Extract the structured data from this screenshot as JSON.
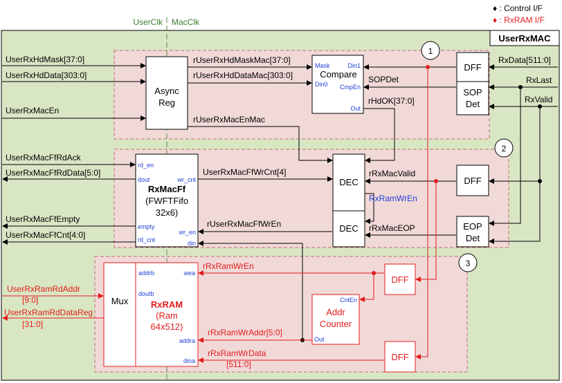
{
  "clock_domains": {
    "left": "UserClk",
    "right": "MacClk"
  },
  "legend": {
    "control": "♦ : Control I/F",
    "rxram": "♦ : RxRAM I/F"
  },
  "module_title": "UserRxMAC",
  "sections": {
    "one": "1",
    "two": "2",
    "three": "3"
  },
  "inputs_left": {
    "hd_mask": "UserRxHdMask[37:0]",
    "hd_data": "UserRxHdData[303:0]",
    "mac_en": "UserRxMacEn",
    "ff_rd_ack": "UserRxMacFfRdAck"
  },
  "outputs_left": {
    "ff_rd_data": "UserRxMacFfRdData[5:0]",
    "ff_empty": "UserRxMacFfEmpty",
    "ff_cnt": "UserRxMacFfCnt[4:0]"
  },
  "ram_ports_left": {
    "rd_addr_1": "UserRxRamRdAddr",
    "rd_addr_2": "[9:0]",
    "rd_data_1": "UserRxRamRdDataReg",
    "rd_data_2": "[31:0]"
  },
  "inputs_right": {
    "rx_data": "RxData[511:0]",
    "rx_last": "RxLast",
    "rx_valid": "RxValid"
  },
  "blocks": {
    "async_1": "Async",
    "async_2": "Reg",
    "compare": "Compare",
    "compare_mask": "Mask",
    "compare_din1": "Din1",
    "compare_din0": "Din0",
    "compare_cmpen": "CmpEn",
    "compare_out": "Out",
    "dff": "DFF",
    "sop_1": "SOP",
    "sop_2": "Det",
    "eop_1": "EOP",
    "eop_2": "Det",
    "dec": "DEC",
    "ff_name": "RxMacFf",
    "ff_sub_1": "(FWFTFifo",
    "ff_sub_2": "32x6)",
    "ff_rd_en": "rd_en",
    "ff_dout": "dout",
    "ff_wr_cnt": "wr_cnt",
    "ff_empty": "empty",
    "ff_wr_en": "wr_en",
    "ff_rd_cnt": "rd_cnt",
    "ff_din": "din",
    "mux": "Mux",
    "ram_name": "RxRAM",
    "ram_sub_1": "(Ram",
    "ram_sub_2": "64x512)",
    "ram_addrb": "addrb",
    "ram_doutb": "doutb",
    "ram_wea": "wea",
    "ram_addra": "addra",
    "ram_dina": "dina",
    "ctr_1": "Addr",
    "ctr_2": "Counter",
    "ctr_cnten": "CntEn",
    "ctr_out": "Out"
  },
  "signals": {
    "mask_mac": "rUserRxHdMaskMac[37:0]",
    "data_mac": "rUserRxHdDataMac[303:0]",
    "sopdet": "SOPDet",
    "hdok": "rHdOK[37:0]",
    "en_mac": "rUserRxMacEnMac",
    "ff_wr_cnt": "UserRxMacFfWrCnt[4]",
    "mac_valid": "rRxMacValid",
    "ram_wr_en_blue": "RxRamWrEn",
    "ff_wr_en": "rUserRxMacFfWrEn",
    "mac_eop": "rRxMacEOP",
    "ram_wr_en": "rRxRamWrEn",
    "ram_wr_addr": "rRxRamWrAddr[5:0]",
    "ram_wr_data_1": "rRxRamWrData",
    "ram_wr_data_2": "[511:0]"
  },
  "colors": {
    "module_bg": "#d9e6c4",
    "zone_bg": "#f1d9d8",
    "zone_border": "#c07070",
    "ram_if": "#e31c1c",
    "blue_label": "#1f3fd6",
    "clock_label": "#3a7a2a"
  }
}
